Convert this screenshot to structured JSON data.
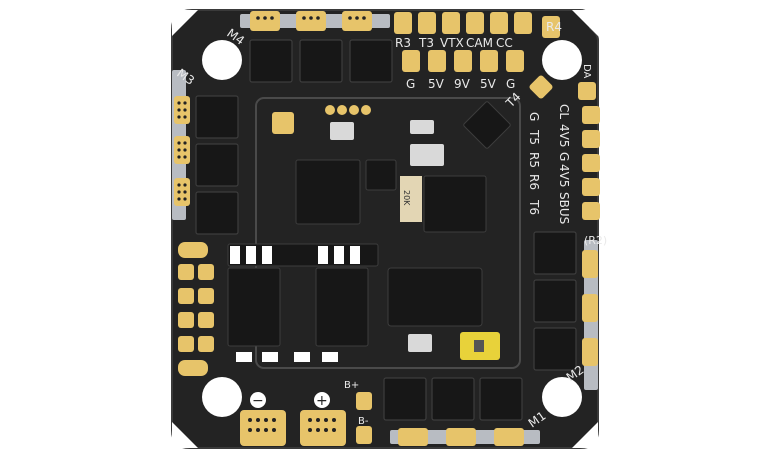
{
  "board": {
    "colors": {
      "pcb": "#232323",
      "pcb_edge": "#3a3a3a",
      "gold": "#e7c46a",
      "silkscreen": "#e9e9e9",
      "chip": "#171717",
      "strip": "#b8bcc2"
    },
    "labels": {
      "motor_1": "M1",
      "motor_2": "M2",
      "motor_3": "M3",
      "motor_4": "M4",
      "r3": "R3",
      "t3": "T3",
      "vtx": "VTX",
      "cam": "CAM",
      "cc": "CC",
      "g_a": "G",
      "v5_a": "5V",
      "v9": "9V",
      "v5_b": "5V",
      "g_b": "G",
      "r4": "R4",
      "t4": "T4",
      "da": "DA",
      "g_right": "G",
      "cl": "CL",
      "t5": "T5",
      "r5": "R5",
      "r6": "R6",
      "t6": "T6",
      "v45_a": "4V5",
      "g": "G",
      "v45_b": "4V5",
      "sbus": "SBUS",
      "r2": "(R2)",
      "minus": "−",
      "plus": "+",
      "b_plus": "B+",
      "b_minus": "B-",
      "resistor": "20K"
    }
  }
}
